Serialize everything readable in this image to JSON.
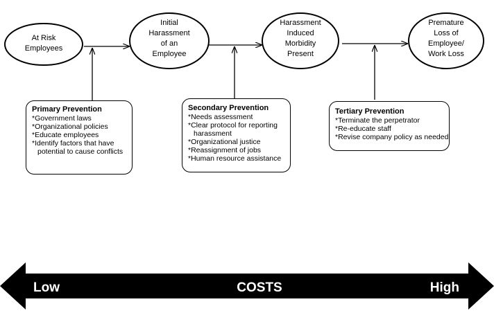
{
  "nodes": {
    "at_risk": [
      "At Risk",
      "Employees"
    ],
    "initial": [
      "Initial",
      "Harassment",
      "of an",
      "Employee"
    ],
    "morbidity": [
      "Harassment",
      "Induced",
      "Morbidity",
      "Present"
    ],
    "premature": [
      "Premature",
      "Loss of",
      "Employee/",
      "Work Loss"
    ]
  },
  "primary": {
    "title": "Primary Prevention",
    "items": [
      "*Government laws",
      "*Organizational policies",
      "*Educate employees",
      "*Identify factors that have",
      "potential to cause conflicts"
    ]
  },
  "secondary": {
    "title": "Secondary Prevention",
    "items": [
      "*Needs assessment",
      "*Clear protocol for reporting",
      "harassment",
      "*Organizational justice",
      "*Reassignment of jobs",
      "*Human resource assistance"
    ]
  },
  "tertiary": {
    "title": "Tertiary Prevention",
    "items": [
      "*Terminate the perpetrator",
      "*Re-educate staff",
      "*Revise company policy as needed"
    ]
  },
  "costs": {
    "low": "Low",
    "label": "COSTS",
    "high": "High",
    "arrow_color": "#000000",
    "text_color": "#ffffff"
  }
}
